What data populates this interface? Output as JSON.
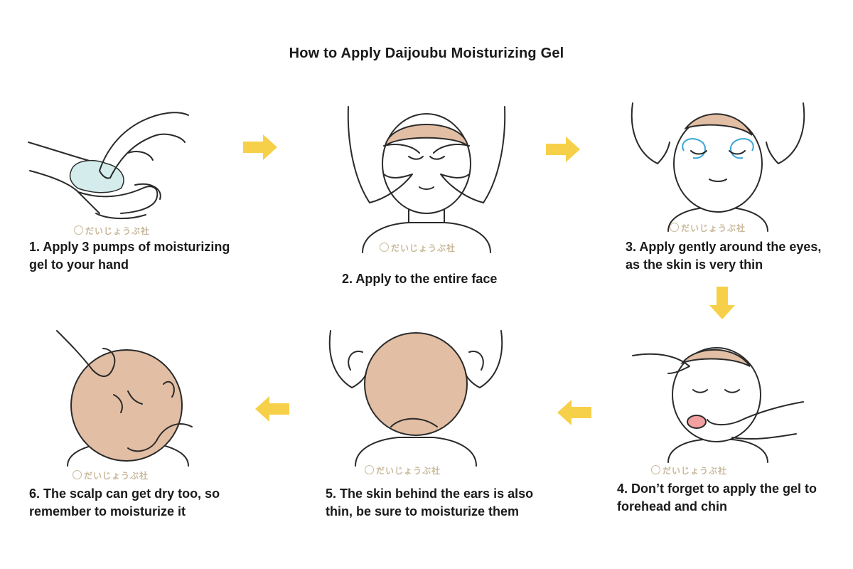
{
  "title": "How to Apply Daijoubu Moisturizing Gel",
  "watermark": "だいじょうぶ社",
  "colors": {
    "arrow": "#f7d049",
    "hair": "#e2bea4",
    "gel": "#d4ecec",
    "eye_arrows": "#3aa6d6",
    "tongue": "#f2a0a0",
    "watermark": "#c8b89a"
  },
  "steps": [
    {
      "caption": "1. Apply 3 pumps of moisturizing\ngel to your hand"
    },
    {
      "caption": "2. Apply to the entire face"
    },
    {
      "caption": "3. Apply gently around the eyes,\nas the skin is very thin"
    },
    {
      "caption": "4. Don’t forget to apply the gel to\nforehead and chin"
    },
    {
      "caption": "5. The skin behind the ears is also\nthin, be sure to moisturize them"
    },
    {
      "caption": "6. The scalp can get dry too, so\nremember to moisturize it"
    }
  ],
  "arrows": [
    {
      "icon": "arrow-right-icon"
    },
    {
      "icon": "arrow-right-icon"
    },
    {
      "icon": "arrow-down-icon"
    },
    {
      "icon": "arrow-left-icon"
    },
    {
      "icon": "arrow-left-icon"
    }
  ]
}
